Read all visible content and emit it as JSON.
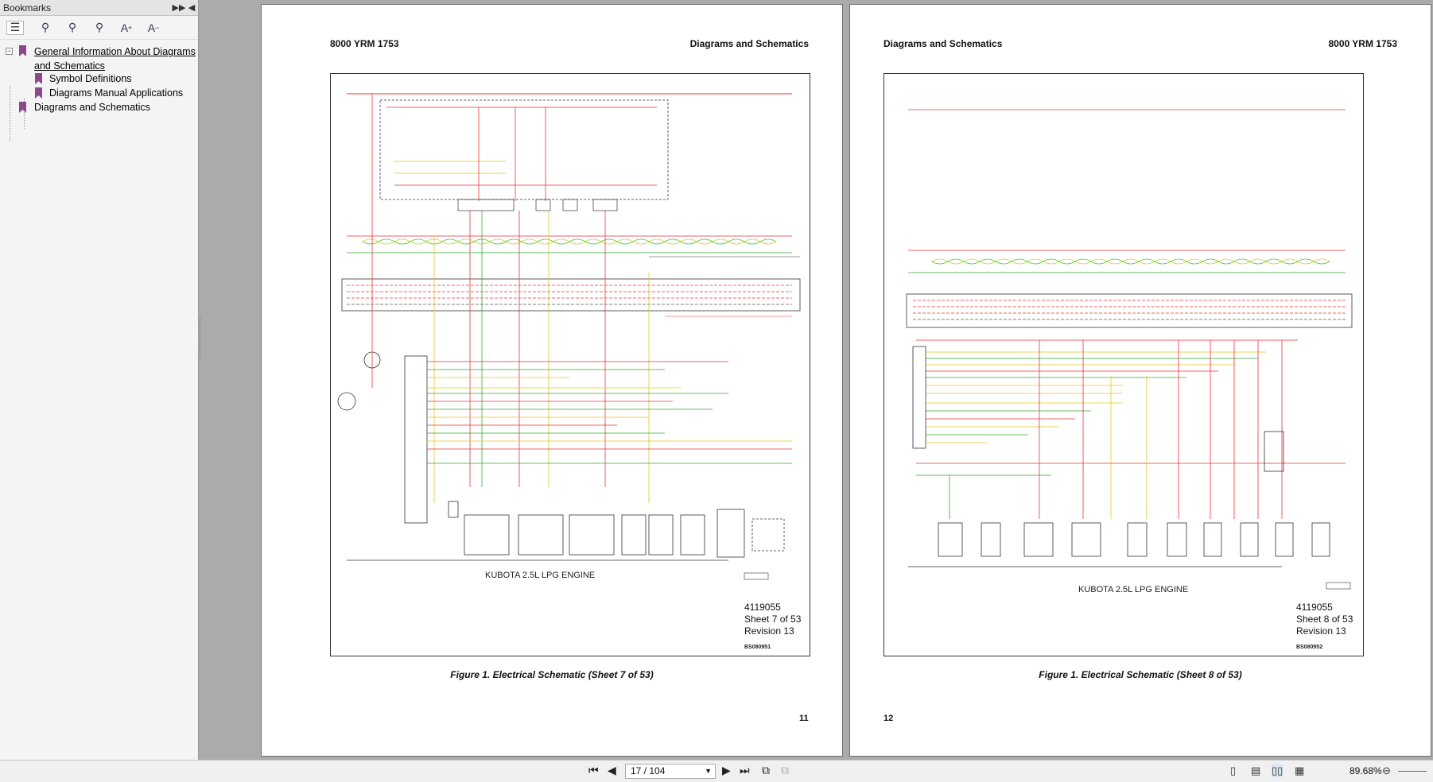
{
  "sidebar": {
    "title": "Bookmarks",
    "items": [
      {
        "label": "General Information About Diagrams and Schematics",
        "line1": "General Information About Diagrams",
        "line2": "and Schematics",
        "level": 0
      },
      {
        "label": "Symbol Definitions",
        "level": 1
      },
      {
        "label": "Diagrams Manual Applications",
        "level": 1
      },
      {
        "label": "Diagrams and Schematics",
        "level": 0
      }
    ]
  },
  "pages": [
    {
      "header_left": "8000 YRM 1753",
      "header_right": "Diagrams and Schematics",
      "engine": "KUBOTA 2.5L LPG ENGINE",
      "doc_no": "4119055",
      "sheet": "Sheet 7 of 53",
      "revision": "Revision 13",
      "code": "BS080951",
      "caption": "Figure 1. Electrical Schematic (Sheet 7 of 53)",
      "page_number": "11"
    },
    {
      "header_left": "Diagrams and Schematics",
      "header_right": "8000 YRM 1753",
      "engine": "KUBOTA 2.5L LPG ENGINE",
      "doc_no": "4119055",
      "sheet": "Sheet 8 of 53",
      "revision": "Revision 13",
      "code": "BS080952",
      "caption": "Figure 1. Electrical Schematic (Sheet 8 of 53)",
      "page_number": "12"
    }
  ],
  "toolbar": {
    "page_field": "17 / 104",
    "zoom": "89.68%"
  }
}
